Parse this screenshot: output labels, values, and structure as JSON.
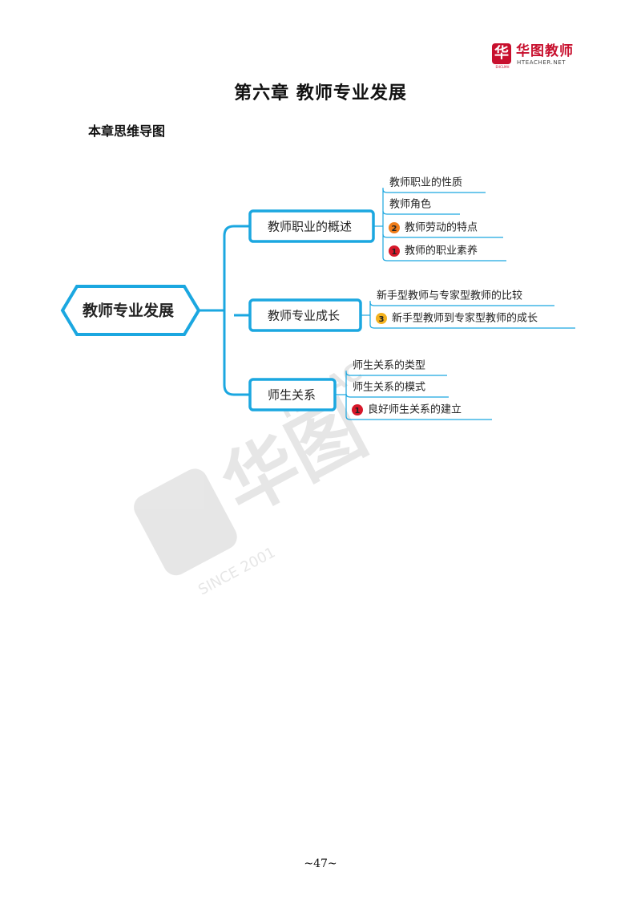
{
  "header": {
    "logo_mark": "华",
    "logo_sub": "EHCLMH",
    "brand": "华图教师",
    "domain": "HTEACHER.NET"
  },
  "title": "第六章  教师专业发展",
  "section_heading": "本章思维导图",
  "mindmap": {
    "root": "教师专业发展",
    "branches": [
      {
        "label": "教师职业的概述",
        "items": [
          {
            "text": "教师职业的性质",
            "badge": ""
          },
          {
            "text": "教师角色",
            "badge": ""
          },
          {
            "text": "教师劳动的特点",
            "badge": "2",
            "badge_color": "#f07d1a"
          },
          {
            "text": "教师的职业素养",
            "badge": "1",
            "badge_color": "#d7182a"
          }
        ]
      },
      {
        "label": "教师专业成长",
        "items": [
          {
            "text": "新手型教师与专家型教师的比较",
            "badge": ""
          },
          {
            "text": "新手型教师到专家型教师的成长",
            "badge": "3",
            "badge_color": "#f3b21f"
          }
        ]
      },
      {
        "label": "师生关系",
        "items": [
          {
            "text": "师生关系的类型",
            "badge": ""
          },
          {
            "text": "师生关系的模式",
            "badge": ""
          },
          {
            "text": "良好师生关系的建立",
            "badge": "1",
            "badge_color": "#d7182a"
          }
        ]
      }
    ],
    "line_color": "#1ba7e0"
  },
  "watermark": {
    "brand": "华图",
    "latin": "HTEAC",
    "since": "SINCE 2001"
  },
  "page_number": "~47~"
}
